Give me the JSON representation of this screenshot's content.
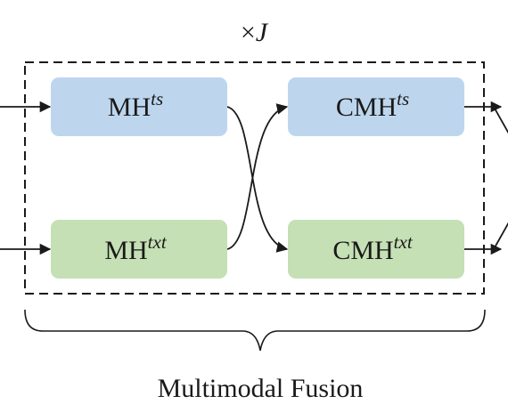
{
  "repeat": {
    "symbol": "×",
    "variable": "J"
  },
  "blocks": {
    "mh_ts": {
      "base": "MH",
      "sup": "ts"
    },
    "mh_txt": {
      "base": "MH",
      "sup": "txt"
    },
    "cmh_ts": {
      "base": "CMH",
      "sup": "ts"
    },
    "cmh_txt": {
      "base": "CMH",
      "sup": "txt"
    }
  },
  "caption": "Multimodal Fusion",
  "colors": {
    "ts_fill": "#bdd6ee",
    "txt_fill": "#c5e0b4",
    "line": "#1a1a1a"
  }
}
